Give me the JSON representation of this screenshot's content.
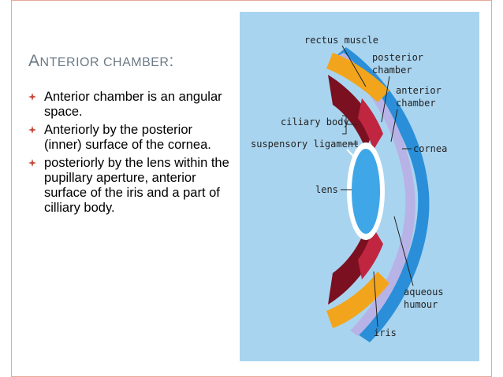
{
  "slide": {
    "title_cap": "A",
    "title_rest": "NTERIOR CHAMBER",
    "title_colon": ":",
    "bullets": [
      "Anterior chamber is an angular space.",
      " Anteriorly by the posterior (inner) surface of the cornea.",
      " posteriorly by the lens within the pupillary aperture, anterior surface of the iris and a part of cilliary body."
    ]
  },
  "figure": {
    "labels": {
      "rectus_muscle": "rectus muscle",
      "posterior_chamber_1": "posterior",
      "posterior_chamber_2": "chamber",
      "anterior_chamber_1": "anterior",
      "anterior_chamber_2": "chamber",
      "ciliary_body": "ciliary body",
      "suspensory_ligament": "suspensory ligament",
      "cornea": "cornea",
      "lens": "lens",
      "aqueous_1": "aqueous",
      "aqueous_2": "humour",
      "iris": "iris"
    },
    "colors": {
      "background": "#a9d4ef",
      "cornea_blue": "#2a8fd8",
      "aqueous": "#b7b3e6",
      "muscle": "#7a1020",
      "sclera_orange": "#f2a51c",
      "lens": "#3fa7e8"
    }
  },
  "colors": {
    "accent_border": "#e8a89a",
    "title": "#6b7a86",
    "bullet": "#c94a3a"
  }
}
